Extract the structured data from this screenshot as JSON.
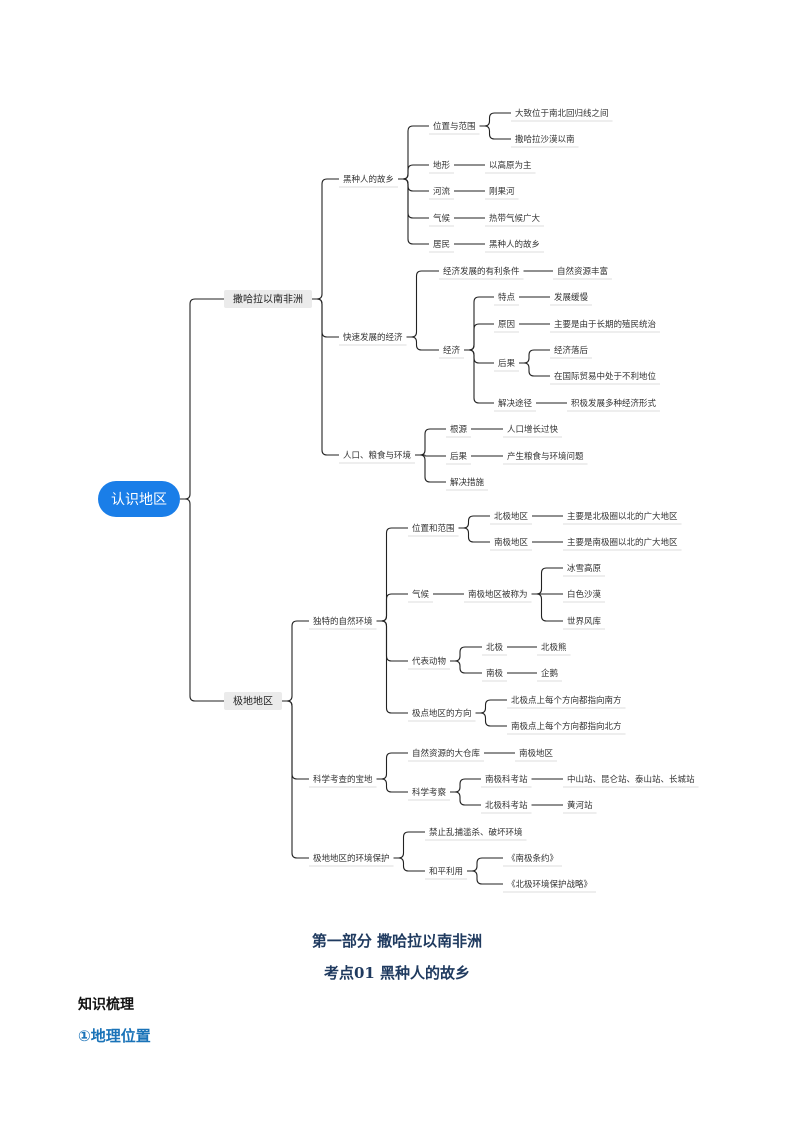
{
  "root": {
    "label": "认识地区"
  },
  "branches": [
    {
      "label": "撒哈拉以南非洲",
      "children": [
        {
          "label": "黑种人的故乡",
          "children": [
            {
              "label": "位置与范围",
              "children": [
                {
                  "label": "大致位于南北回归线之间"
                },
                {
                  "label": "撒哈拉沙漠以南"
                }
              ]
            },
            {
              "label": "地形",
              "children": [
                {
                  "label": "以高原为主"
                }
              ]
            },
            {
              "label": "河流",
              "children": [
                {
                  "label": "刚果河"
                }
              ]
            },
            {
              "label": "气候",
              "children": [
                {
                  "label": "热带气候广大"
                }
              ]
            },
            {
              "label": "居民",
              "children": [
                {
                  "label": "黑种人的故乡"
                }
              ]
            }
          ]
        },
        {
          "label": "快速发展的经济",
          "children": [
            {
              "label": "经济发展的有利条件",
              "children": [
                {
                  "label": "自然资源丰富"
                }
              ]
            },
            {
              "label": "经济",
              "children": [
                {
                  "label": "特点",
                  "children": [
                    {
                      "label": "发展缓慢"
                    }
                  ]
                },
                {
                  "label": "原因",
                  "children": [
                    {
                      "label": "主要是由于长期的殖民统治"
                    }
                  ]
                },
                {
                  "label": "后果",
                  "children": [
                    {
                      "label": "经济落后"
                    },
                    {
                      "label": "在国际贸易中处于不利地位"
                    }
                  ]
                },
                {
                  "label": "解决途径",
                  "children": [
                    {
                      "label": "积极发展多种经济形式"
                    }
                  ]
                }
              ]
            }
          ]
        },
        {
          "label": "人口、粮食与环境",
          "children": [
            {
              "label": "根源",
              "children": [
                {
                  "label": "人口增长过快"
                }
              ]
            },
            {
              "label": "后果",
              "children": [
                {
                  "label": "产生粮食与环境问题"
                }
              ]
            },
            {
              "label": "解决措施"
            }
          ]
        }
      ]
    },
    {
      "label": "极地地区",
      "children": [
        {
          "label": "独特的自然环境",
          "children": [
            {
              "label": "位置和范围",
              "children": [
                {
                  "label": "北极地区",
                  "children": [
                    {
                      "label": "主要是北极圈以北的广大地区"
                    }
                  ]
                },
                {
                  "label": "南极地区",
                  "children": [
                    {
                      "label": "主要是南极圈以北的广大地区"
                    }
                  ]
                }
              ]
            },
            {
              "label": "气候",
              "children": [
                {
                  "label": "南极地区被称为",
                  "children": [
                    {
                      "label": "冰雪高原"
                    },
                    {
                      "label": "白色沙漠"
                    },
                    {
                      "label": "世界风库"
                    }
                  ]
                }
              ]
            },
            {
              "label": "代表动物",
              "children": [
                {
                  "label": "北极",
                  "children": [
                    {
                      "label": "北极熊"
                    }
                  ]
                },
                {
                  "label": "南极",
                  "children": [
                    {
                      "label": "企鹅"
                    }
                  ]
                }
              ]
            },
            {
              "label": "极点地区的方向",
              "children": [
                {
                  "label": "北极点上每个方向都指向南方"
                },
                {
                  "label": "南极点上每个方向都指向北方"
                }
              ]
            }
          ]
        },
        {
          "label": "科学考查的宝地",
          "children": [
            {
              "label": "自然资源的大仓库",
              "children": [
                {
                  "label": "南极地区"
                }
              ]
            },
            {
              "label": "科学考察",
              "children": [
                {
                  "label": "南极科考站",
                  "children": [
                    {
                      "label": "中山站、昆仑站、泰山站、长城站"
                    }
                  ]
                },
                {
                  "label": "北极科考站",
                  "children": [
                    {
                      "label": "黄河站"
                    }
                  ]
                }
              ]
            }
          ]
        },
        {
          "label": "极地地区的环境保护",
          "children": [
            {
              "label": "禁止乱捕滥杀、破坏环境"
            },
            {
              "label": "和平利用",
              "children": [
                {
                  "label": "《南极条约》"
                },
                {
                  "label": "《北极环境保护战略》"
                }
              ]
            }
          ]
        }
      ]
    }
  ],
  "colors": {
    "root": "#1a7ee8",
    "line": "#222222",
    "branch_bg": "#ebebeb"
  },
  "footer": {
    "part_title": "第一部分  撒哈拉以南非洲",
    "point_title": "考点01  黑种人的故乡",
    "knowledge_title": "知识梳理",
    "geo_title": "①地理位置"
  }
}
